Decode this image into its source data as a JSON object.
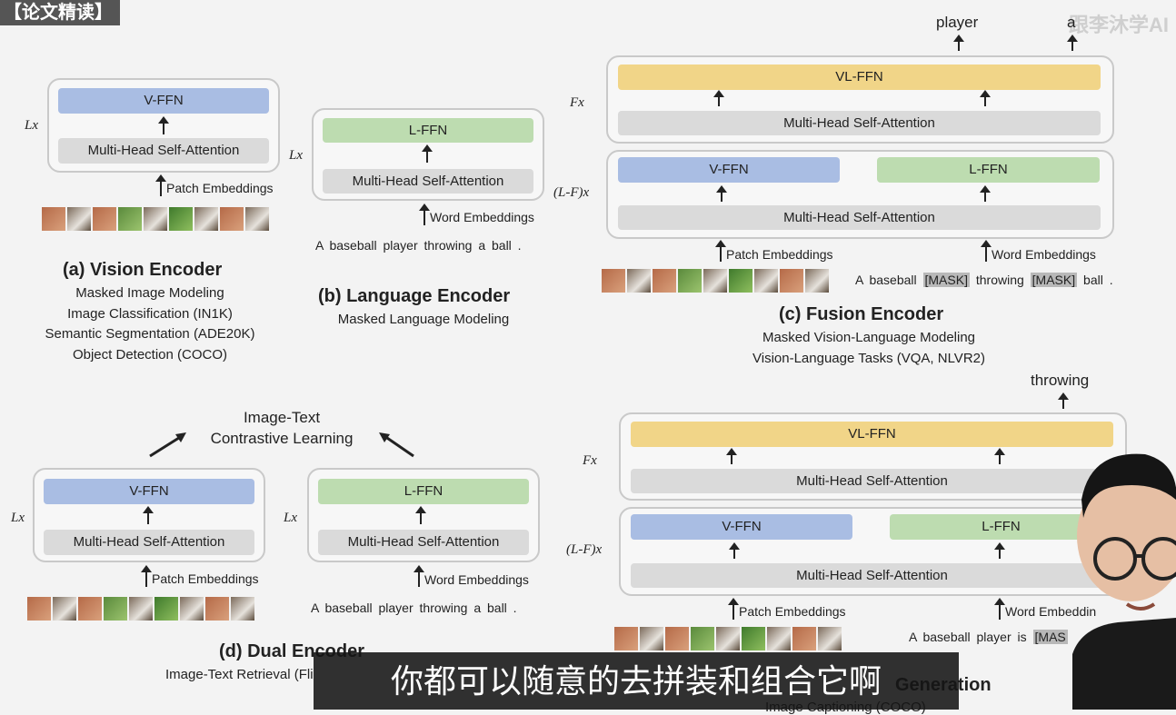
{
  "header": {
    "text": "【论文精读】",
    "watermark": "跟李沐学AI"
  },
  "labels": {
    "vffn": "V-FFN",
    "lffn": "L-FFN",
    "vlffn": "VL-FFN",
    "attn": "Multi-Head Self-Attention",
    "lx": "Lx",
    "fx": "Fx",
    "lfx": "(L-F)x",
    "patch": "Patch Embeddings",
    "word": "Word Embeddings"
  },
  "vision_encoder": {
    "title": "(a) Vision Encoder",
    "tasks": [
      "Masked Image Modeling",
      "Image Classification (IN1K)",
      "Semantic Segmentation (ADE20K)",
      "Object Detection (COCO)"
    ]
  },
  "language_encoder": {
    "title": "(b) Language Encoder",
    "sentence": "A baseball player throwing a ball .",
    "tasks": [
      "Masked Language Modeling"
    ]
  },
  "fusion_encoder": {
    "title": "(c) Fusion Encoder",
    "out1": "player",
    "out2": "a",
    "sentence_a": "A baseball",
    "mask1": "[MASK]",
    "sentence_b": "throwing",
    "mask2": "[MASK]",
    "sentence_c": "ball .",
    "tasks": [
      "Masked Vision-Language Modeling",
      "Vision-Language Tasks (VQA, NLVR2)"
    ]
  },
  "dual_encoder": {
    "title": "(d) Dual Encoder",
    "contrastive": [
      "Image-Text",
      "Contrastive Learning"
    ],
    "sentence": "A baseball player throwing a ball .",
    "tasks": [
      "Image-Text Retrieval (Fli"
    ]
  },
  "generation": {
    "title": "Generation",
    "output": "throwing",
    "sentence": "A baseball player is",
    "mask": "[MAS",
    "word_cut": "Word Embeddin",
    "tasks": [
      "Image Captioning (COCO)"
    ]
  },
  "subtitle": "你都可以随意的去拼装和组合它啊"
}
